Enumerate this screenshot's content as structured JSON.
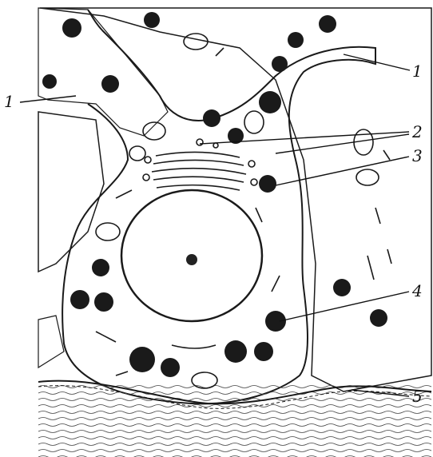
{
  "labels": [
    "1",
    "1",
    "2",
    "3",
    "4",
    "5"
  ],
  "colors": {
    "ink": "#1a1a1a",
    "paper": "#ffffff"
  }
}
